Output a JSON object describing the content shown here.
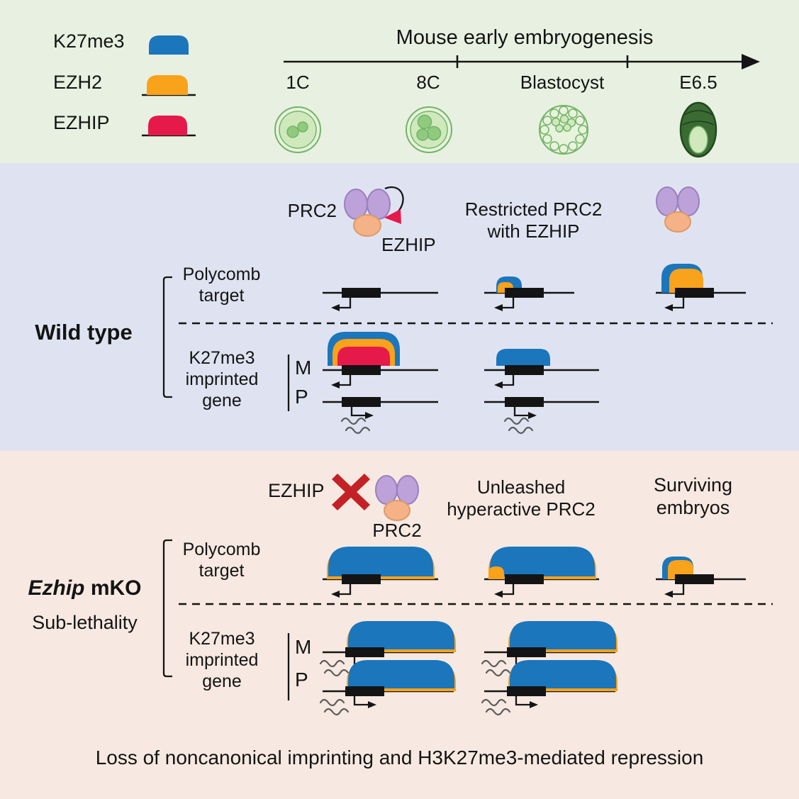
{
  "colors": {
    "panel_top_bg": "#e8f1e1",
    "panel_mid_bg": "#dfe3f1",
    "panel_bottom_bg": "#f7e9e1",
    "k27me3_blue": "#1b76bc",
    "ezh2_orange": "#f9a21b",
    "ezhip_red": "#e51a4b",
    "prc2_purple": "#bca2d8",
    "prc2_peach": "#f5b287",
    "cross_red": "#c42127",
    "embryo_light": "#e7f3dc",
    "embryo_mid": "#cfe9bd",
    "embryo_cell": "#8fca7e",
    "embryo_stroke": "#74b368",
    "embryo_dark": "#3a6b33"
  },
  "legend": {
    "items": [
      {
        "label": "K27me3"
      },
      {
        "label": "EZH2"
      },
      {
        "label": "EZHIP"
      }
    ]
  },
  "timeline": {
    "title": "Mouse early embryogenesis",
    "stages": [
      {
        "label": "1C"
      },
      {
        "label": "8C"
      },
      {
        "label": "Blastocyst"
      },
      {
        "label": "E6.5"
      }
    ]
  },
  "wild_type": {
    "section_label": "Wild type",
    "prc2_label": "PRC2",
    "ezhip_label": "EZHIP",
    "restricted_note": "Restricted PRC2\nwith EZHIP",
    "polycomb_row_label": "Polycomb\ntarget",
    "imprinted_row_label": "K27me3\nimprinted\ngene",
    "maternal_label": "M",
    "paternal_label": "P"
  },
  "ezhip_mko": {
    "title_gene": "Ezhip",
    "title_suffix": "mKO",
    "subtitle": "Sub-lethality",
    "ezhip_label": "EZHIP",
    "prc2_label": "PRC2",
    "unleashed_note": "Unleashed\nhyperactive PRC2",
    "surviving_note": "Surviving\nembryos",
    "polycomb_row_label": "Polycomb\ntarget",
    "imprinted_row_label": "K27me3\nimprinted\ngene",
    "maternal_label": "M",
    "paternal_label": "P"
  },
  "footer": {
    "caption": "Loss of noncanonical imprinting and H3K27me3-mediated repression"
  }
}
